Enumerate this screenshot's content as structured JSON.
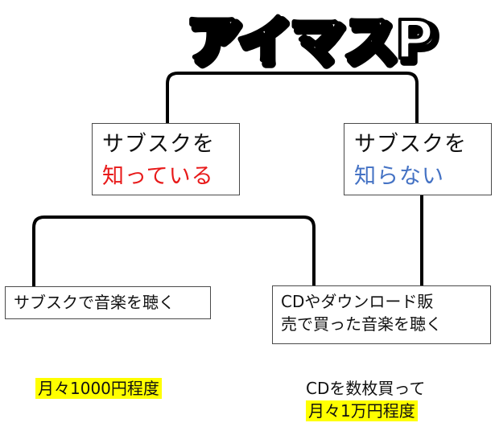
{
  "title": "アイマスP",
  "nodes": {
    "know": {
      "line1": "サブスクを",
      "line2": "知っている",
      "line2_color": "#e81a1a"
    },
    "dont_know": {
      "line1": "サブスクを",
      "line2": "知らない",
      "line2_color": "#4472c4"
    },
    "streaming": {
      "text": "サブスクで音楽を聴く"
    },
    "purchase": {
      "line1": "CDやダウンロード販",
      "line2": "売で買った音楽を聴く"
    }
  },
  "notes": {
    "left": {
      "highlight": "月々1000円程度"
    },
    "right": {
      "line1": "CDを数枚買って",
      "highlight": "月々1万円程度"
    }
  },
  "colors": {
    "highlight": "#ffff00",
    "connector": "#000000",
    "box_border": "#4a4a4a"
  }
}
